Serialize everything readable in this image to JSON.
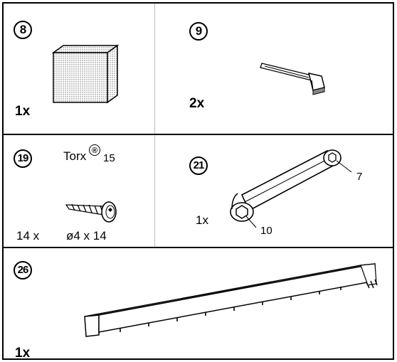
{
  "parts": [
    {
      "number": "8",
      "quantity": "1x"
    },
    {
      "number": "9",
      "quantity": "2x"
    },
    {
      "number": "19",
      "quantity": "14 x",
      "drive": "Torx",
      "registered": "®",
      "drive_size": "15",
      "dimensions": "ø4 x 14"
    },
    {
      "number": "21",
      "quantity": "1x",
      "wrench_small": "7",
      "wrench_large": "10"
    },
    {
      "number": "26",
      "quantity": "1x"
    }
  ]
}
